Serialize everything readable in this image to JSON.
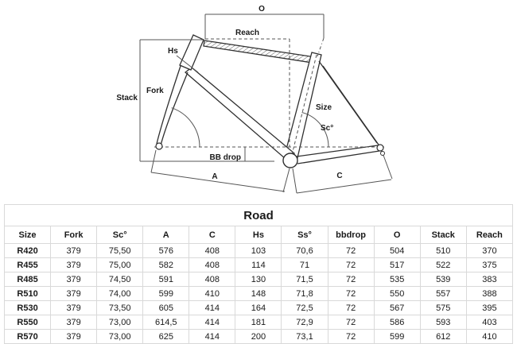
{
  "colors": {
    "text": "#1a1a1a",
    "table_border": "#d9d9d9",
    "diagram_line": "#2f2f2f",
    "dimension_line": "#555555"
  },
  "diagram": {
    "labels": {
      "o": "O",
      "reach": "Reach",
      "hs": "Hs",
      "fork": "Fork",
      "stack": "Stack",
      "size": "Size",
      "seat_angle": "Sc°",
      "bb_drop": "BB drop",
      "a": "A",
      "c": "C"
    }
  },
  "table": {
    "title": "Road",
    "columns": [
      "Size",
      "Fork",
      "Sc°",
      "A",
      "C",
      "Hs",
      "Ss°",
      "bbdrop",
      "O",
      "Stack",
      "Reach"
    ],
    "rows": [
      [
        "R420",
        "379",
        "75,50",
        "576",
        "408",
        "103",
        "70,6",
        "72",
        "504",
        "510",
        "370"
      ],
      [
        "R455",
        "379",
        "75,00",
        "582",
        "408",
        "114",
        "71",
        "72",
        "517",
        "522",
        "375"
      ],
      [
        "R485",
        "379",
        "74,50",
        "591",
        "408",
        "130",
        "71,5",
        "72",
        "535",
        "539",
        "383"
      ],
      [
        "R510",
        "379",
        "74,00",
        "599",
        "410",
        "148",
        "71,8",
        "72",
        "550",
        "557",
        "388"
      ],
      [
        "R530",
        "379",
        "73,50",
        "605",
        "414",
        "164",
        "72,5",
        "72",
        "567",
        "575",
        "395"
      ],
      [
        "R550",
        "379",
        "73,00",
        "614,5",
        "414",
        "181",
        "72,9",
        "72",
        "586",
        "593",
        "403"
      ],
      [
        "R570",
        "379",
        "73,00",
        "625",
        "414",
        "200",
        "73,1",
        "72",
        "599",
        "612",
        "410"
      ]
    ]
  }
}
